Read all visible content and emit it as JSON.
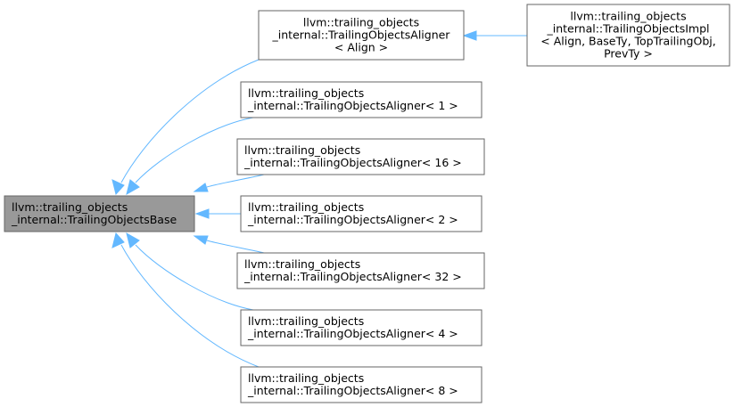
{
  "diagram": {
    "base": {
      "id": "base",
      "lines": [
        "llvm::trailing_objects",
        "_internal::TrailingObjectsBase"
      ]
    },
    "nodes": [
      {
        "id": "aligner-align",
        "lines": [
          "llvm::trailing_objects",
          "_internal::TrailingObjectsAligner",
          "< Align >"
        ]
      },
      {
        "id": "impl",
        "lines": [
          "llvm::trailing_objects",
          "_internal::TrailingObjectsImpl",
          "< Align, BaseTy, TopTrailingObj,",
          "PrevTy >"
        ]
      },
      {
        "id": "aligner-1",
        "lines": [
          "llvm::trailing_objects",
          "_internal::TrailingObjectsAligner< 1 >"
        ]
      },
      {
        "id": "aligner-16",
        "lines": [
          "llvm::trailing_objects",
          "_internal::TrailingObjectsAligner< 16 >"
        ]
      },
      {
        "id": "aligner-2",
        "lines": [
          "llvm::trailing_objects",
          "_internal::TrailingObjectsAligner< 2 >"
        ]
      },
      {
        "id": "aligner-32",
        "lines": [
          "llvm::trailing_objects",
          "_internal::TrailingObjectsAligner< 32 >"
        ]
      },
      {
        "id": "aligner-4",
        "lines": [
          "llvm::trailing_objects",
          "_internal::TrailingObjectsAligner< 4 >"
        ]
      },
      {
        "id": "aligner-8",
        "lines": [
          "llvm::trailing_objects",
          "_internal::TrailingObjectsAligner< 8 >"
        ]
      }
    ],
    "colors": {
      "base_fill": "#999999",
      "node_fill": "#ffffff",
      "border": "#666666",
      "edge": "#63b8ff"
    }
  }
}
